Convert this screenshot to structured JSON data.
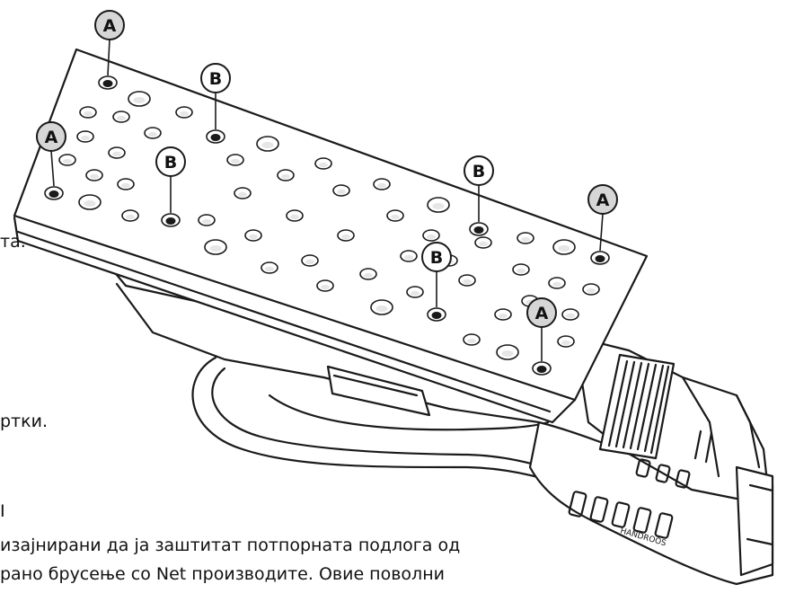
{
  "text_fragments": {
    "line1_end": "та.",
    "line2_end": "ртки.",
    "line3_end": "I",
    "para_line1": "изајнирани да ја заштитат потпорната подлога од",
    "para_line2": "рано брусење со Net производите. Овие поволни"
  },
  "callouts": [
    {
      "id": "a1",
      "label": "A"
    },
    {
      "id": "a2",
      "label": "A"
    },
    {
      "id": "a3",
      "label": "A"
    },
    {
      "id": "a4",
      "label": "A"
    },
    {
      "id": "b1",
      "label": "B"
    },
    {
      "id": "b2",
      "label": "B"
    },
    {
      "id": "b3",
      "label": "B"
    },
    {
      "id": "b4",
      "label": "B"
    }
  ],
  "tool_label": "HANDROOS",
  "colors": {
    "line": "#1a1a1a",
    "fill": "#ffffff",
    "callout_a_fill": "#d6d6d6",
    "callout_b_fill": "#ffffff"
  }
}
